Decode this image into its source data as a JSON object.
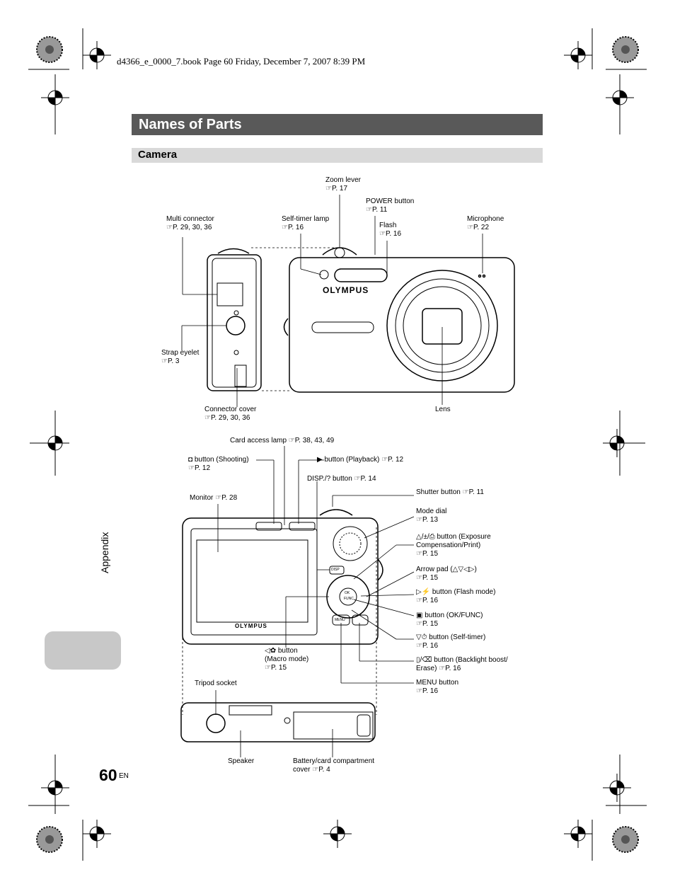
{
  "header": {
    "file_line": "d4366_e_0000_7.book  Page 60  Friday, December 7, 2007  8:39 PM"
  },
  "section": {
    "title": "Names of Parts",
    "subtitle": "Camera"
  },
  "side_tab": {
    "label": "Appendix"
  },
  "footer": {
    "page_number": "60",
    "language": "EN"
  },
  "brand": {
    "logo_text": "OLYMPUS"
  },
  "camera_labels": {
    "zoom_lever": [
      "Zoom lever",
      "☞P. 17"
    ],
    "power_button": [
      "POWER button",
      "☞P. 11"
    ],
    "multi_connector": [
      "Multi connector",
      "☞P. 29, 30, 36"
    ],
    "self_timer_lamp": [
      "Self-timer lamp",
      "☞P. 16"
    ],
    "flash": [
      "Flash",
      "☞P. 16"
    ],
    "microphone": [
      "Microphone",
      "☞P. 22"
    ],
    "strap_eyelet": [
      "Strap eyelet",
      "☞P. 3"
    ],
    "connector_cover": [
      "Connector cover",
      "☞P. 29, 30, 36"
    ],
    "lens": [
      "Lens"
    ]
  },
  "back_labels": {
    "card_access_lamp": [
      "Card access lamp ☞P. 38, 43, 49"
    ],
    "shooting_button": [
      "◘ button (Shooting)",
      "☞P. 12"
    ],
    "playback_button": [
      "▶ button (Playback)  ☞P. 12"
    ],
    "disp_button": [
      "DISP./? button ☞P. 14"
    ],
    "monitor": [
      "Monitor ☞P. 28"
    ],
    "shutter_button": [
      "Shutter button ☞P. 11"
    ],
    "mode_dial": [
      "Mode dial",
      "☞P. 13"
    ],
    "exposure_button": [
      "△/±/⎙ button (Exposure",
      "Compensation/Print)",
      "☞P. 15"
    ],
    "arrow_pad": [
      "Arrow pad (△▽◁▷)",
      "☞P. 15"
    ],
    "flash_mode_button": [
      "▷⚡ button (Flash mode)",
      "☞P. 16"
    ],
    "ok_func_button": [
      "▣ button (OK/FUNC)",
      "☞P. 15"
    ],
    "self_timer_button": [
      "▽⏱ button (Self-timer)",
      "☞P. 16"
    ],
    "macro_button": [
      "◁✿ button",
      "(Macro mode)",
      "☞P. 15"
    ],
    "backlight_button": [
      "▯/⌫ button (Backlight boost/",
      "Erase) ☞P. 16"
    ],
    "menu_button": [
      "MENU button",
      "☞P. 16"
    ],
    "tripod_socket": [
      "Tripod socket"
    ],
    "speaker": [
      "Speaker"
    ],
    "battery_cover": [
      "Battery/card compartment",
      "cover ☞P. 4"
    ]
  },
  "button_texts": {
    "disp": "DISP",
    "menu": "MENU",
    "ok": "OK",
    "func": "FUNC"
  }
}
